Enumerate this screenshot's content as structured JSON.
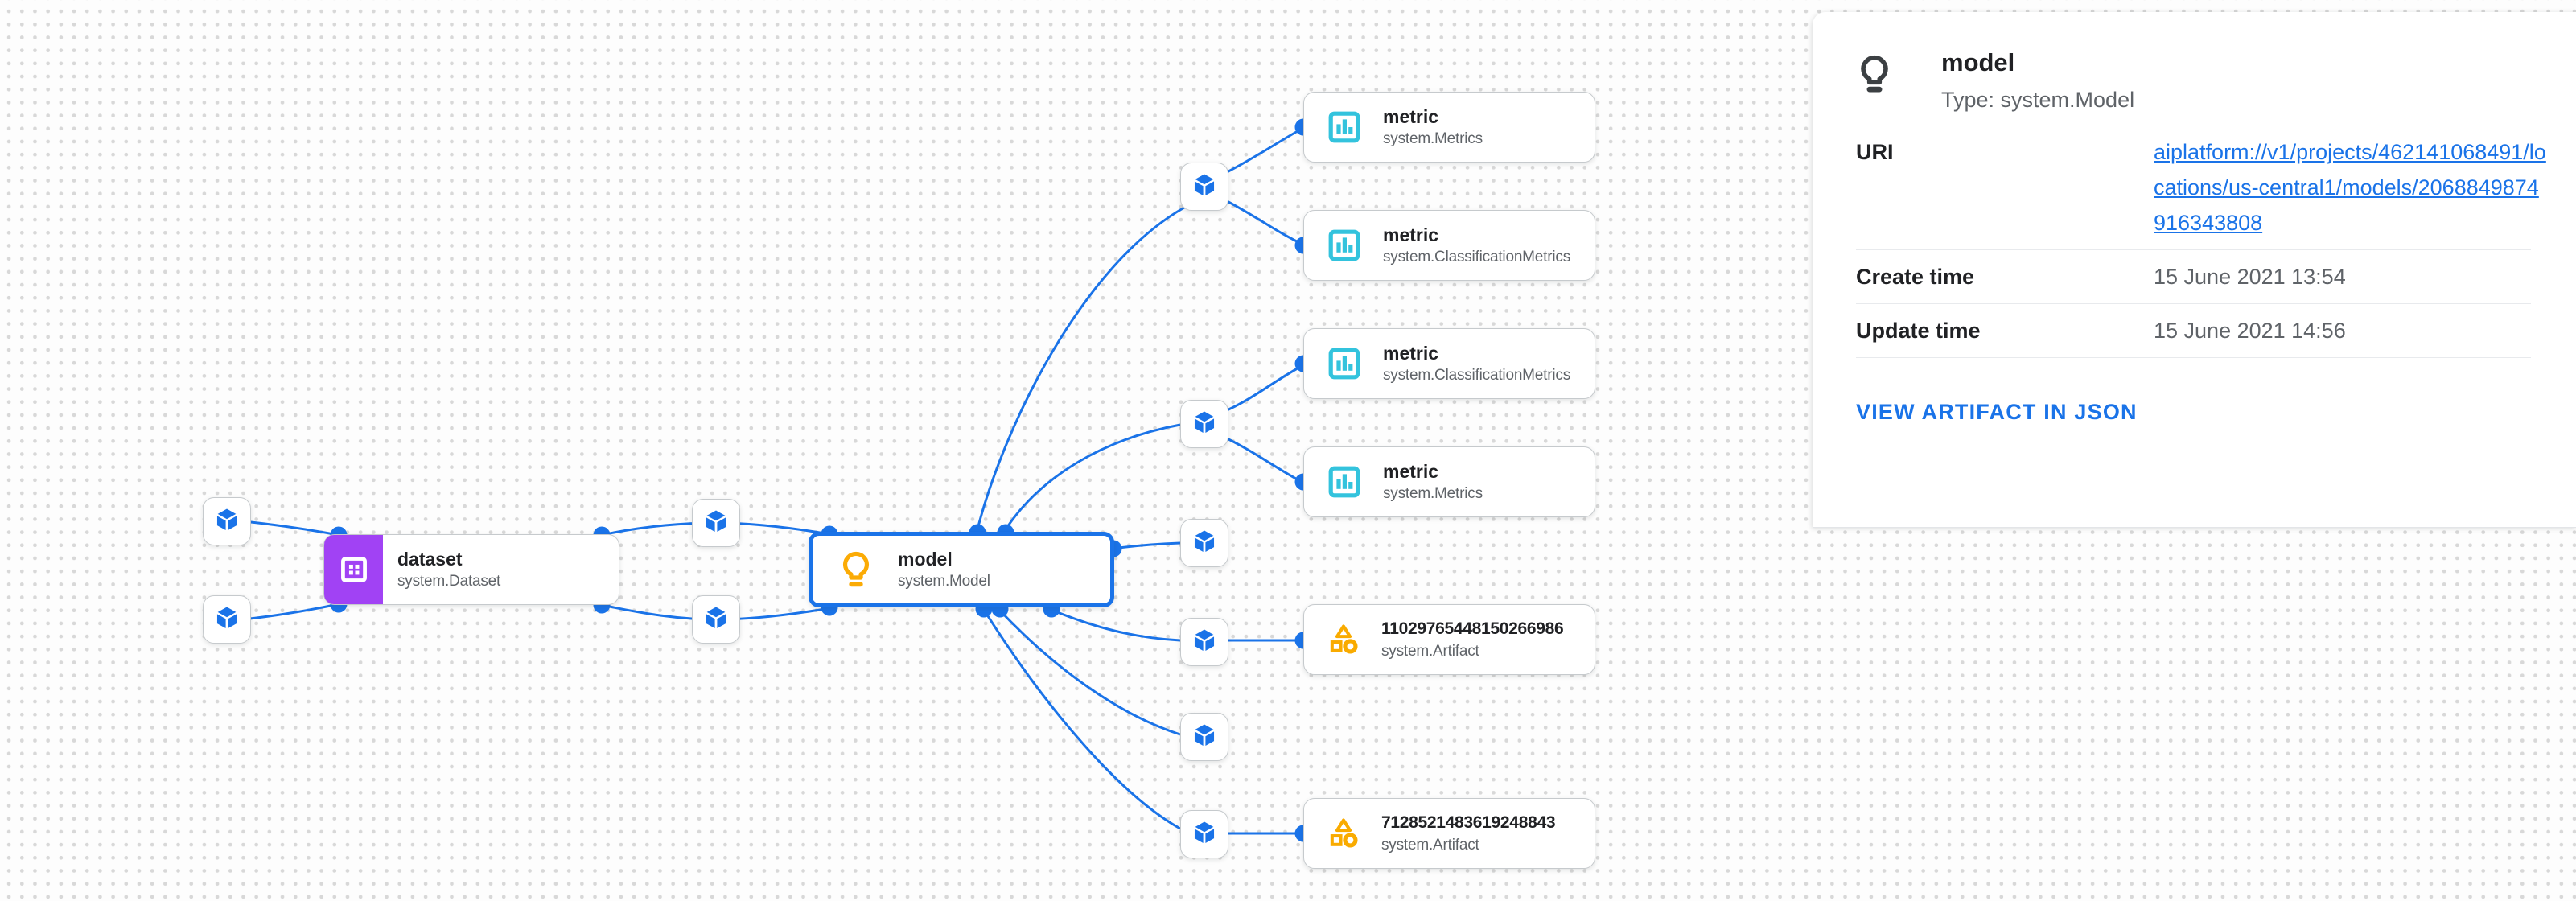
{
  "graph": {
    "nodes": {
      "dataset": {
        "title": "dataset",
        "subtitle": "system.Dataset"
      },
      "model": {
        "title": "model",
        "subtitle": "system.Model"
      },
      "metric_top_1": {
        "title": "metric",
        "subtitle": "system.Metrics"
      },
      "metric_top_2": {
        "title": "metric",
        "subtitle": "system.ClassificationMetrics"
      },
      "metric_mid_1": {
        "title": "metric",
        "subtitle": "system.ClassificationMetrics"
      },
      "metric_mid_2": {
        "title": "metric",
        "subtitle": "system.Metrics"
      },
      "artifact_1": {
        "title": "11029765448150266986",
        "subtitle": "system.Artifact"
      },
      "artifact_2": {
        "title": "7128521483619248843",
        "subtitle": "system.Artifact"
      }
    }
  },
  "panel": {
    "title": "model",
    "type_line": "Type: system.Model",
    "rows": [
      {
        "label": "URI",
        "value": "aiplatform://v1/projects/462141068491/locations/us-central1/models/2068849874916343808"
      },
      {
        "label": "Create time",
        "value": "15 June 2021 13:54"
      },
      {
        "label": "Update time",
        "value": "15 June 2021 14:56"
      }
    ],
    "action_label": "VIEW ARTIFACT IN JSON"
  },
  "colors": {
    "edge_blue": "#1a73e8",
    "dataset_purple": "#a142f4",
    "metric_cyan": "#33c3dd",
    "artifact_amber": "#f9ab00",
    "model_bulb_amber": "#fbab05",
    "panel_link_blue": "#1a73e8",
    "title_text": "#202124",
    "subtitle_text": "#5f6368"
  }
}
